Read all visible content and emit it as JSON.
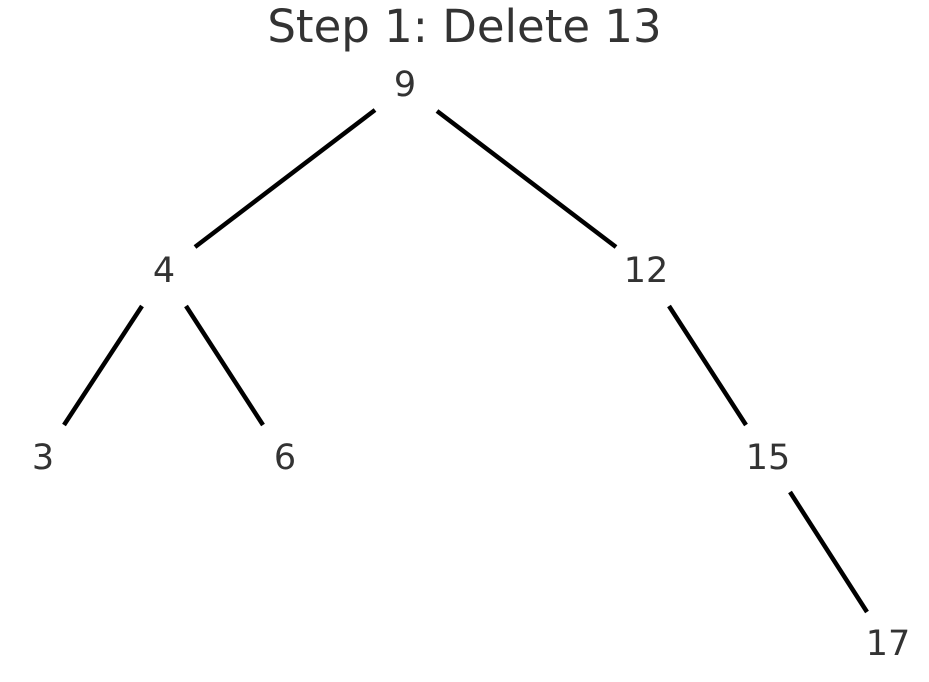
{
  "title": "Step 1: Delete 13",
  "colors": {
    "text": "#333333",
    "edge": "#000000",
    "background": "#ffffff"
  },
  "tree": {
    "nodes": [
      {
        "id": "n9",
        "label": "9"
      },
      {
        "id": "n4",
        "label": "4"
      },
      {
        "id": "n12",
        "label": "12"
      },
      {
        "id": "n3",
        "label": "3"
      },
      {
        "id": "n6",
        "label": "6"
      },
      {
        "id": "n15",
        "label": "15"
      },
      {
        "id": "n17",
        "label": "17"
      }
    ],
    "edges": [
      {
        "from": "n9",
        "to": "n4"
      },
      {
        "from": "n9",
        "to": "n12"
      },
      {
        "from": "n4",
        "to": "n3"
      },
      {
        "from": "n4",
        "to": "n6"
      },
      {
        "from": "n12",
        "to": "n15"
      },
      {
        "from": "n15",
        "to": "n17"
      }
    ]
  }
}
